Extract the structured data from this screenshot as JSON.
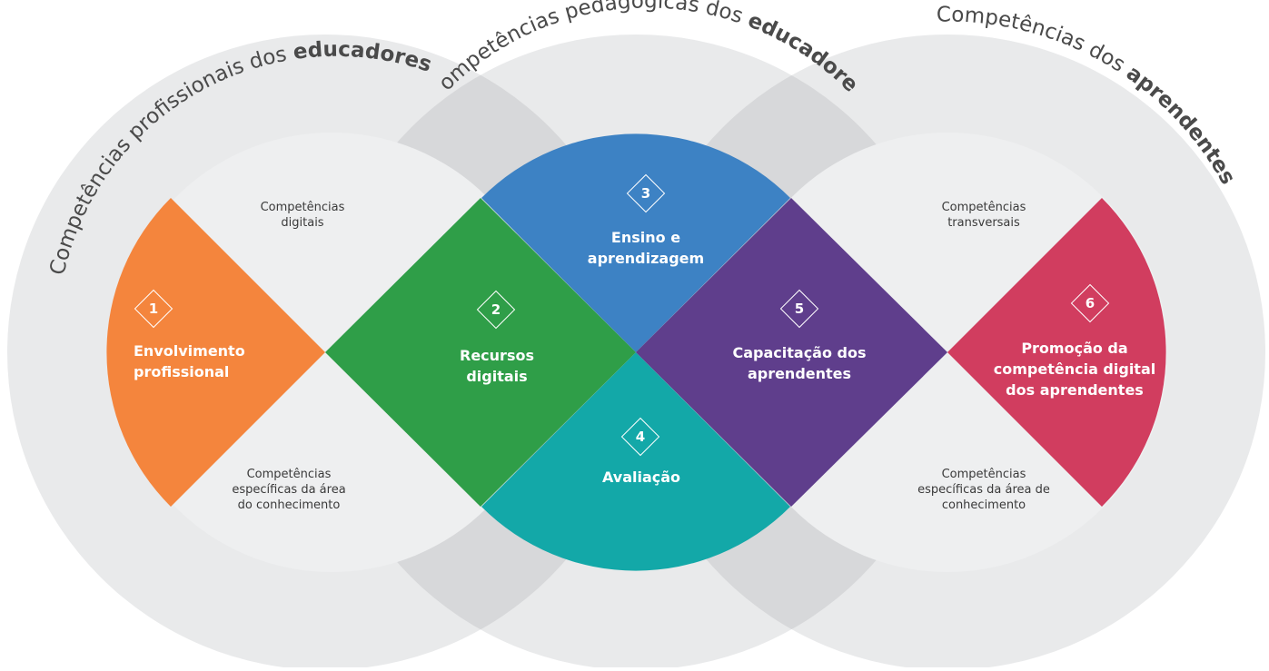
{
  "arcs": {
    "educators_professional": {
      "prefix": "Competências profissionais dos ",
      "bold": "educadores"
    },
    "educators_pedagogical": {
      "prefix": "Competências pedagógicas dos ",
      "bold": "educadores"
    },
    "learners": {
      "prefix": "Competências dos ",
      "bold": "aprendentes"
    }
  },
  "areas": [
    {
      "number": "1",
      "name": "Envolvimento\nprofissional",
      "color": "#f4853d"
    },
    {
      "number": "2",
      "name": "Recursos\ndigitais",
      "color": "#2f9e48"
    },
    {
      "number": "3",
      "name": "Ensino e\naprendizagem",
      "color": "#3d82c4"
    },
    {
      "number": "4",
      "name": "Avaliação",
      "color": "#13a8a8"
    },
    {
      "number": "5",
      "name": "Capacitação dos\naprendentes",
      "color": "#5f3e8c"
    },
    {
      "number": "6",
      "name": "Promoção da\ncompetência digital\ndos aprendentes",
      "color": "#d13d5f"
    }
  ],
  "notes": {
    "left_top": "Competências\ndigitais",
    "left_bottom": "Competências\nespecíficas da área\ndo conhecimento",
    "right_top": "Competências\ntransversais",
    "right_bottom": "Competências\nespecíficas da área de\nconhecimento"
  },
  "colors": {
    "outer_ring": "#e9eaeb",
    "overlap": "#d7d8da",
    "inner_disc": "#eeeff0"
  }
}
